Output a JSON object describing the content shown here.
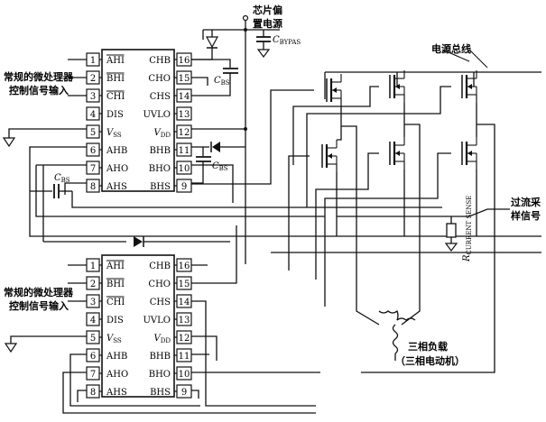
{
  "top_ic": {
    "left_pins": [
      {
        "num": "1",
        "name": "AHI"
      },
      {
        "num": "2",
        "name": "BHI"
      },
      {
        "num": "3",
        "name": "CHI"
      },
      {
        "num": "4",
        "name": "DIS"
      },
      {
        "num": "5",
        "name": "VSS"
      },
      {
        "num": "6",
        "name": "AHB"
      },
      {
        "num": "7",
        "name": "AHO"
      },
      {
        "num": "8",
        "name": "AHS"
      }
    ],
    "right_pins": [
      {
        "num": "16",
        "name": "CHB"
      },
      {
        "num": "15",
        "name": "CHO"
      },
      {
        "num": "14",
        "name": "CHS"
      },
      {
        "num": "13",
        "name": "UVLO"
      },
      {
        "num": "12",
        "name": "VDD"
      },
      {
        "num": "11",
        "name": "BHB"
      },
      {
        "num": "10",
        "name": "BHO"
      },
      {
        "num": "9",
        "name": "BHS"
      }
    ]
  },
  "bottom_ic": {
    "left_pins": [
      {
        "num": "1",
        "name": "AHI"
      },
      {
        "num": "2",
        "name": "BHI"
      },
      {
        "num": "3",
        "name": "CHI"
      },
      {
        "num": "4",
        "name": "DIS"
      },
      {
        "num": "5",
        "name": "VSS"
      },
      {
        "num": "6",
        "name": "AHB"
      },
      {
        "num": "7",
        "name": "AHO"
      },
      {
        "num": "8",
        "name": "AHS"
      }
    ],
    "right_pins": [
      {
        "num": "16",
        "name": "CHB"
      },
      {
        "num": "15",
        "name": "CHO"
      },
      {
        "num": "14",
        "name": "CHS"
      },
      {
        "num": "13",
        "name": "UVLO"
      },
      {
        "num": "12",
        "name": "VDD"
      },
      {
        "num": "11",
        "name": "BHB"
      },
      {
        "num": "10",
        "name": "BHO"
      },
      {
        "num": "9",
        "name": "BHS"
      }
    ]
  },
  "labels": {
    "ctrl_top_1": "常规的微处理器",
    "ctrl_top_2": "控制信号输入",
    "ctrl_bot_1": "常规的微处理器",
    "ctrl_bot_2": "控制信号输入",
    "bias_1": "芯片偏",
    "bias_2": "置电源",
    "c_bypass": "C",
    "c_bypass_sub": "BYPAS",
    "bus": "电源总线",
    "c_bs": "C",
    "c_bs_sub": "BS",
    "r_sense": "R",
    "r_sense_sub": "CURRENT SENSE",
    "overcurrent_1": "过流采",
    "overcurrent_2": "样信号",
    "load_1": "三相负载",
    "load_2": "（三相电动机）"
  }
}
